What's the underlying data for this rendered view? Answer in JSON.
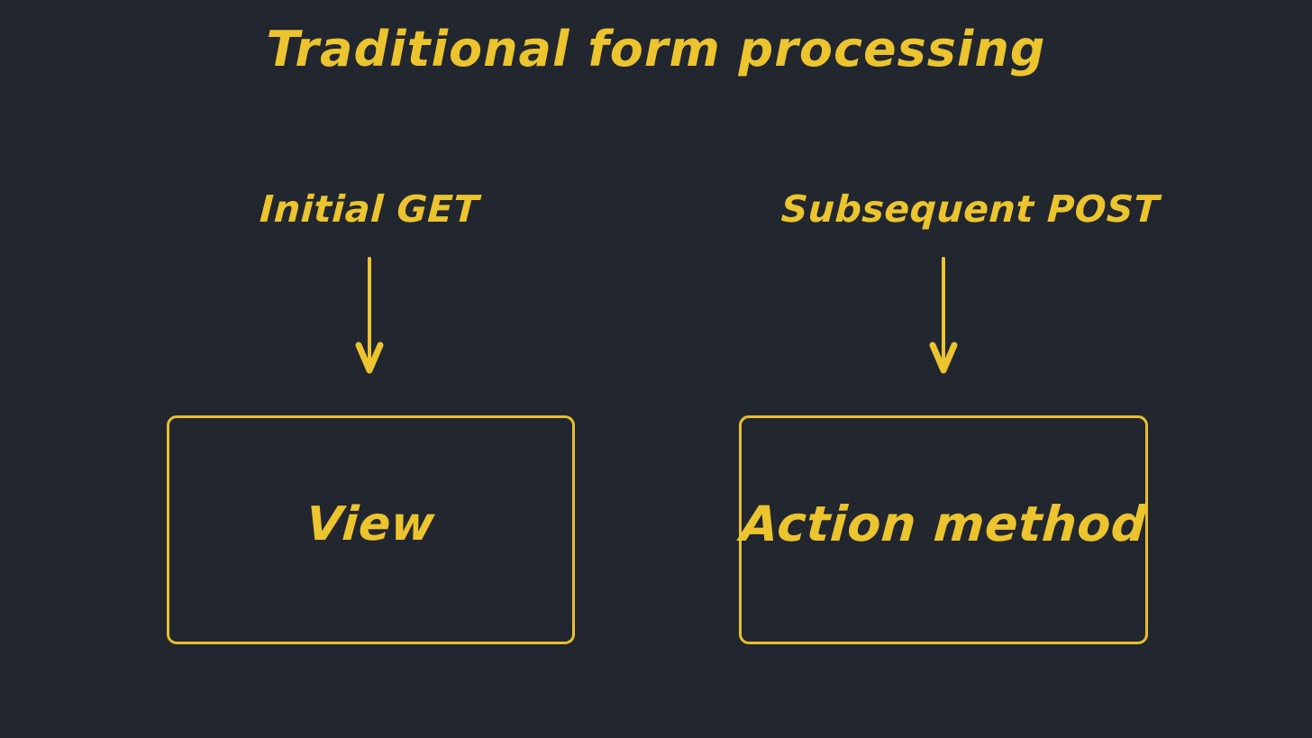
{
  "slide": {
    "title": "Traditional form processing",
    "background_color": "#22262e",
    "accent_color": "#ebc42e"
  },
  "flows": [
    {
      "id": "initial-get",
      "label": "Initial GET",
      "arrow": "down-arrow-icon",
      "target": "View"
    },
    {
      "id": "subsequent-post",
      "label": "Subsequent POST",
      "arrow": "down-arrow-icon",
      "target": "Action method"
    }
  ],
  "boxes": [
    {
      "id": "view",
      "label": "View"
    },
    {
      "id": "action-method",
      "label": "Action method"
    }
  ]
}
